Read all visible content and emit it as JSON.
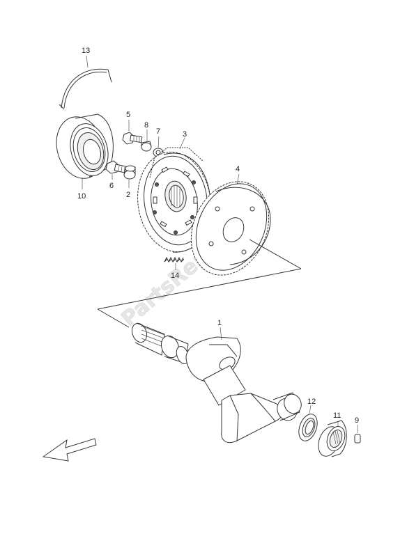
{
  "diagram": {
    "watermark": "PartsRepublik",
    "labels": {
      "p1": "1",
      "p2": "2",
      "p3": "3",
      "p4": "4",
      "p5": "5",
      "p6": "6",
      "p7": "7",
      "p8": "8",
      "p9": "9",
      "p10": "10",
      "p11": "11",
      "p12": "12",
      "p13": "13",
      "p14": "14"
    },
    "direction_arrow": "front-arrow-icon"
  }
}
